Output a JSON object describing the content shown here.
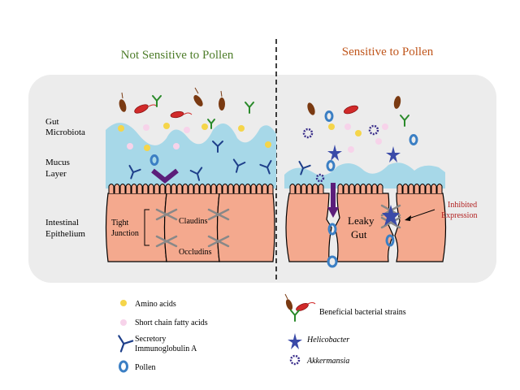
{
  "titles": {
    "left": "Not Sensitive to Pollen",
    "right": "Sensitive to Pollen"
  },
  "layer_labels": {
    "gut": [
      "Gut",
      "Microbiota"
    ],
    "mucus": [
      "Mucus",
      "Layer"
    ],
    "epithelium": [
      "Intestinal",
      "Epithelium"
    ]
  },
  "annotations": {
    "tight_junction": [
      "Tight",
      "Junction"
    ],
    "claudins": "Claudins",
    "occludins": "Occludins",
    "leaky_gut": [
      "Leaky",
      "Gut"
    ],
    "inhibited": [
      "Inhibited",
      "Expression"
    ]
  },
  "legend_left": [
    {
      "label": "Amino acids",
      "icon": "amino-acid-dot"
    },
    {
      "label": "Short chain fatty acids",
      "icon": "scfa-dot"
    },
    {
      "label": [
        "Secretory",
        "Immunoglobulin A"
      ],
      "icon": "iga-icon"
    },
    {
      "label": "Pollen",
      "icon": "pollen-icon"
    }
  ],
  "legend_right": [
    {
      "label": "Beneficial bacterial strains",
      "icon": "bacteria-icon"
    },
    {
      "label": "Helicobacter",
      "icon": "helicobacter-icon"
    },
    {
      "label": "Akkermansia",
      "icon": "akkermansia-icon"
    }
  ],
  "colors": {
    "title_left": "#4e7d2a",
    "title_right": "#c0561c",
    "inhibited": "#b22222",
    "cell_fill": "#f4a98e",
    "mucus": "#a7d8e8",
    "panel_bg": "#ececec",
    "arrow": "#5b1e7a",
    "amino": "#f5d54a",
    "scfa": "#f7d3ea",
    "iga": "#1e3f8a",
    "pollen": "#3b7fc4"
  }
}
